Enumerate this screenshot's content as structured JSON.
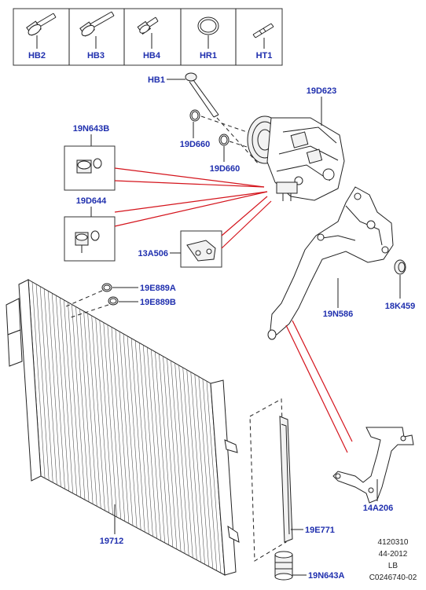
{
  "legend": {
    "items": [
      {
        "code": "HB2",
        "icon": "bolt-flange-icon"
      },
      {
        "code": "HB3",
        "icon": "bolt-long-flange-icon"
      },
      {
        "code": "HB4",
        "icon": "bolt-short-icon"
      },
      {
        "code": "HR1",
        "icon": "o-ring-icon"
      },
      {
        "code": "HT1",
        "icon": "stud-icon"
      }
    ]
  },
  "callouts": {
    "hb1": "HB1",
    "c19d623": "19D623",
    "c19d660a": "19D660",
    "c19d660b": "19D660",
    "c19n643b": "19N643B",
    "c19d644": "19D644",
    "c13a506": "13A506",
    "c18k459": "18K459",
    "c19n586": "19N586",
    "c19e889a": "19E889A",
    "c19e889b": "19E889B",
    "c14a206": "14A206",
    "c19712": "19712",
    "c19e771": "19E771",
    "c19n643a": "19N643A"
  },
  "reference": {
    "line1": "4120310",
    "line2": "44-2012",
    "line3": "LB",
    "line4": "C0246740-02"
  },
  "colors": {
    "label": "#1f2fae",
    "leader_red": "#d4141c",
    "line": "#222222"
  }
}
